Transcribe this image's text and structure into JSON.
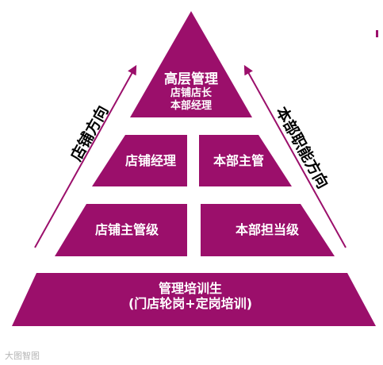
{
  "colors": {
    "tier_fill": "#9b0f6b",
    "arrow": "#9b0f6b",
    "text_on_tier": "#ffffff"
  },
  "pyramid": {
    "top": {
      "title": "高层管理",
      "line2": "店铺店长",
      "line3": "本部经理"
    },
    "tier2": {
      "left": "店铺经理",
      "right": "本部主管"
    },
    "tier3": {
      "left": "店铺主管级",
      "right": "本部担当级"
    },
    "base": {
      "line1": "管理培训生",
      "line2": "(门店轮岗+定岗培训)"
    }
  },
  "side_labels": {
    "left": "店铺方向",
    "right": "本部职能方向"
  },
  "watermark": "大图智图"
}
